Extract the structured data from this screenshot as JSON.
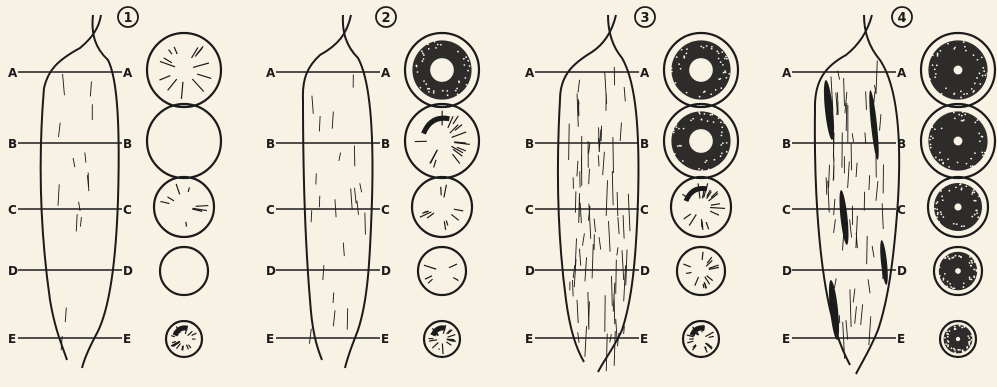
{
  "panels": [
    {
      "number": "1",
      "level": 1
    },
    {
      "number": "2",
      "level": 2
    },
    {
      "number": "3",
      "level": 3
    },
    {
      "number": "4",
      "level": 4
    }
  ],
  "levels": [
    {
      "left": "A",
      "right": "A"
    },
    {
      "left": "B",
      "right": "B"
    },
    {
      "left": "C",
      "right": "C"
    },
    {
      "left": "D",
      "right": "D"
    },
    {
      "left": "E",
      "right": "E"
    }
  ],
  "colors": {
    "paper": "#f7f2e3",
    "ink": "#1b1b1b"
  }
}
